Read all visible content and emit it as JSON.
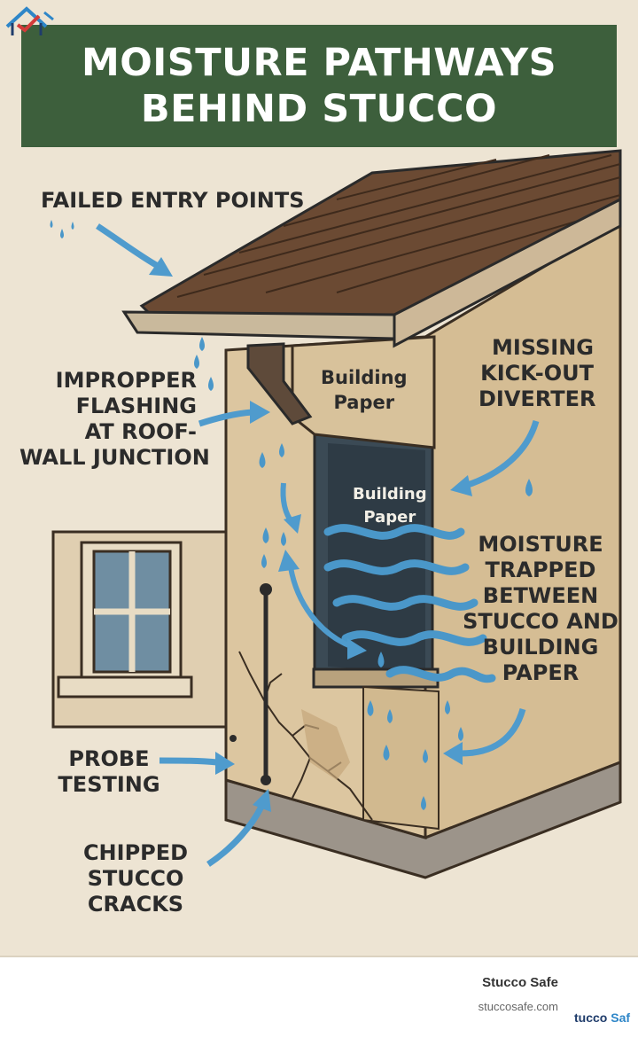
{
  "header": {
    "title_line1": "MOISTURE PATHWAYS",
    "title_line2": "BEHIND STUCCO"
  },
  "labels": {
    "building_paper_top": [
      "Building",
      "Paper"
    ],
    "building_paper_window": [
      "Building",
      "Paper"
    ]
  },
  "callouts": {
    "failed_entry": [
      "FAILED ENTRY POINTS"
    ],
    "improper_flashing": [
      "IMPROPPER",
      "FLASHING",
      "AT ROOF-",
      "WALL JUNCTION"
    ],
    "kick_out": [
      "MISSING",
      "KICK-OUT",
      "DIVERTER"
    ],
    "moisture_trapped": [
      "MOISTURE",
      "TRAPPED",
      "BETWEEN",
      "STUCCO AND",
      "BUILDING",
      "PAPER"
    ],
    "probe_testing": [
      "PROBE",
      "TESTING"
    ],
    "chipped_stucco": [
      "CHIPPED",
      "STUCCO",
      "CRACKS"
    ]
  },
  "footer": {
    "brand_name": "Stucco Safe",
    "brand_url": "stuccosafe.com",
    "logo_text_a": "tucco",
    "logo_text_b": "Saf"
  },
  "colors": {
    "title_bg": "#3d5f3c",
    "background": "#ede4d3",
    "wall": "#d9c39c",
    "roof": "#6b4a33",
    "water": "#4a97c9",
    "arrow": "#4f9bcd",
    "text": "#2b2b2b"
  }
}
